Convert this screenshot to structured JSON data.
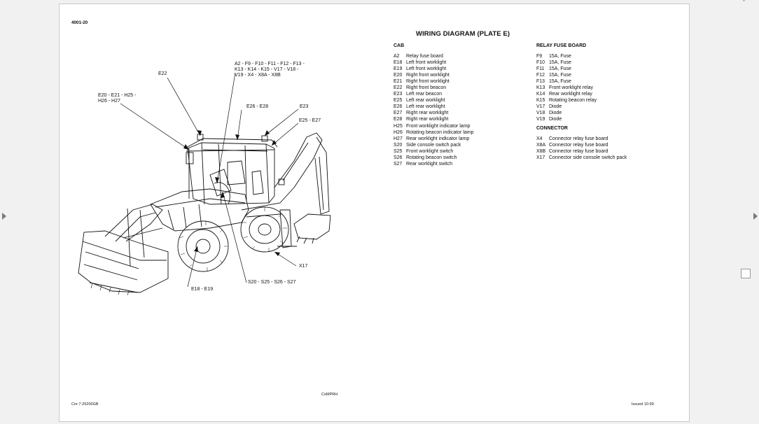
{
  "page": {
    "ref": "4001-20",
    "title": "WIRING DIAGRAM (PLATE E)",
    "footer_left": "Cre 7-26200GB",
    "footer_center": "CoMPRH",
    "footer_right": "Issued 10-99"
  },
  "callouts": {
    "e22": "E22",
    "group_top": [
      "A2 - F9 - F10 - F11 - F12 - F13 -",
      "K13 - K14 - K15 - V17 - V18 -",
      "V19 - X4 - X8A - X8B"
    ],
    "group_left": [
      "E20 - E21 - H25 -",
      "H26 - H27"
    ],
    "e26_e28": "E26 - E28",
    "e23": "E23",
    "e25_e27": "E25 - E27",
    "x17": "X17",
    "s_group": "S20 - S25 - S26 - S27",
    "e18_e19": "E18 - E19"
  },
  "cab": {
    "heading": "CAB",
    "items": [
      {
        "code": "A2",
        "desc": "Relay fuse board"
      },
      {
        "code": "E18",
        "desc": "Left front worklight"
      },
      {
        "code": "E19",
        "desc": "Left front worklight"
      },
      {
        "code": "E20",
        "desc": "Right front worklight"
      },
      {
        "code": "E21",
        "desc": "Right front worklight"
      },
      {
        "code": "E22",
        "desc": "Right front beacon"
      },
      {
        "code": "E23",
        "desc": "Left rear beacon"
      },
      {
        "code": "E25",
        "desc": "Left rear worklight"
      },
      {
        "code": "E26",
        "desc": "Left rear worklight"
      },
      {
        "code": "E27",
        "desc": "Right rear worklight"
      },
      {
        "code": "E28",
        "desc": "Right rear worklight"
      },
      {
        "code": "H25",
        "desc": "Front worklight indicator lamp"
      },
      {
        "code": "H26",
        "desc": "Rotating beacon indicator lamp"
      },
      {
        "code": "H27",
        "desc": "Rear worklight indicator lamp"
      },
      {
        "code": "S20",
        "desc": "Side console switch pack"
      },
      {
        "code": "S25",
        "desc": "Front worklight switch"
      },
      {
        "code": "S26",
        "desc": "Rotating beacon switch"
      },
      {
        "code": "S27",
        "desc": "Rear worklight switch"
      }
    ]
  },
  "relay_fuse_board": {
    "heading": "RELAY FUSE BOARD",
    "items": [
      {
        "code": "F9",
        "desc": "15A, Fuse"
      },
      {
        "code": "F10",
        "desc": "15A, Fuse"
      },
      {
        "code": "F11",
        "desc": "15A, Fuse"
      },
      {
        "code": "F12",
        "desc": "15A, Fuse"
      },
      {
        "code": "F13",
        "desc": "15A, Fuse"
      },
      {
        "code": "K13",
        "desc": "Front worklight relay"
      },
      {
        "code": "K14",
        "desc": "Rear worklight relay"
      },
      {
        "code": "K15",
        "desc": "Rotating beacon relay"
      },
      {
        "code": "V17",
        "desc": "Diode"
      },
      {
        "code": "V18",
        "desc": "Diode"
      },
      {
        "code": "V19",
        "desc": "Diode"
      }
    ]
  },
  "connector": {
    "heading": "CONNECTOR",
    "items": [
      {
        "code": "X4",
        "desc": "Connector relay fuse board"
      },
      {
        "code": "X8A",
        "desc": "Connector relay fuse board"
      },
      {
        "code": "X8B",
        "desc": "Connector relay fuse board"
      },
      {
        "code": "X17",
        "desc": "Connector side console switch pack"
      }
    ]
  }
}
